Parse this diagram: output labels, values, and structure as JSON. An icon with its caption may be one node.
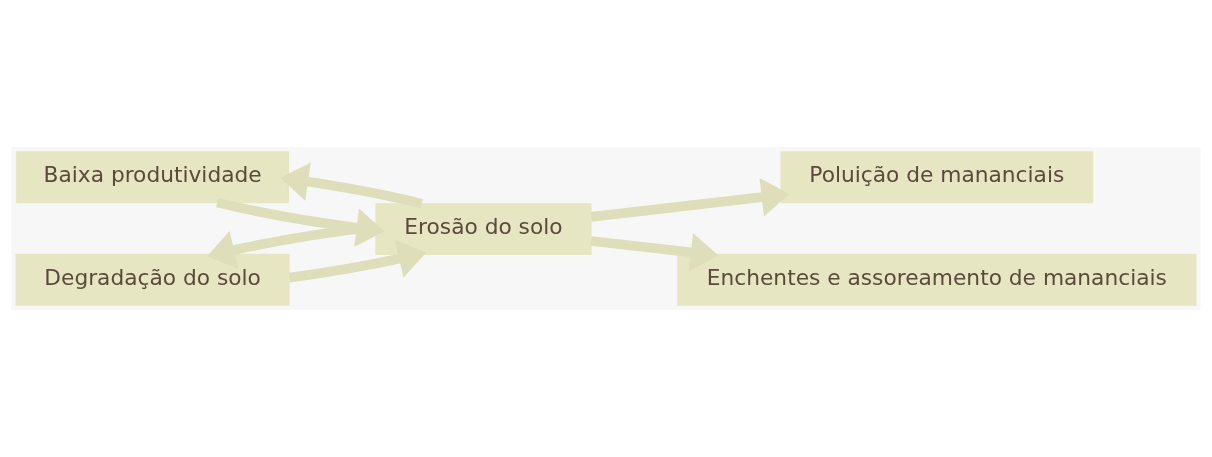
{
  "diagram": {
    "nodes": [
      {
        "text": [
          "Baixa produtividade"
        ]
      },
      {
        "text": [
          "Poluição de mananciais"
        ]
      },
      {
        "text": [
          "Erosão do solo"
        ]
      },
      {
        "text": [
          "Degradação do solo"
        ]
      },
      {
        "text": [
          "Enchentes e assoreamento de mananciais"
        ]
      }
    ],
    "edges": [
      {
        "from": 0,
        "to": 2,
        "arrow": "to"
      },
      {
        "from": 2,
        "to": 0,
        "arrow": "to"
      },
      {
        "from": 2,
        "to": 1,
        "arrow": "to"
      },
      {
        "from": 3,
        "to": 2,
        "arrow": "to"
      },
      {
        "from": 2,
        "to": 3,
        "arrow": "to"
      },
      {
        "from": 2,
        "to": 4,
        "arrow": "to"
      }
    ]
  }
}
